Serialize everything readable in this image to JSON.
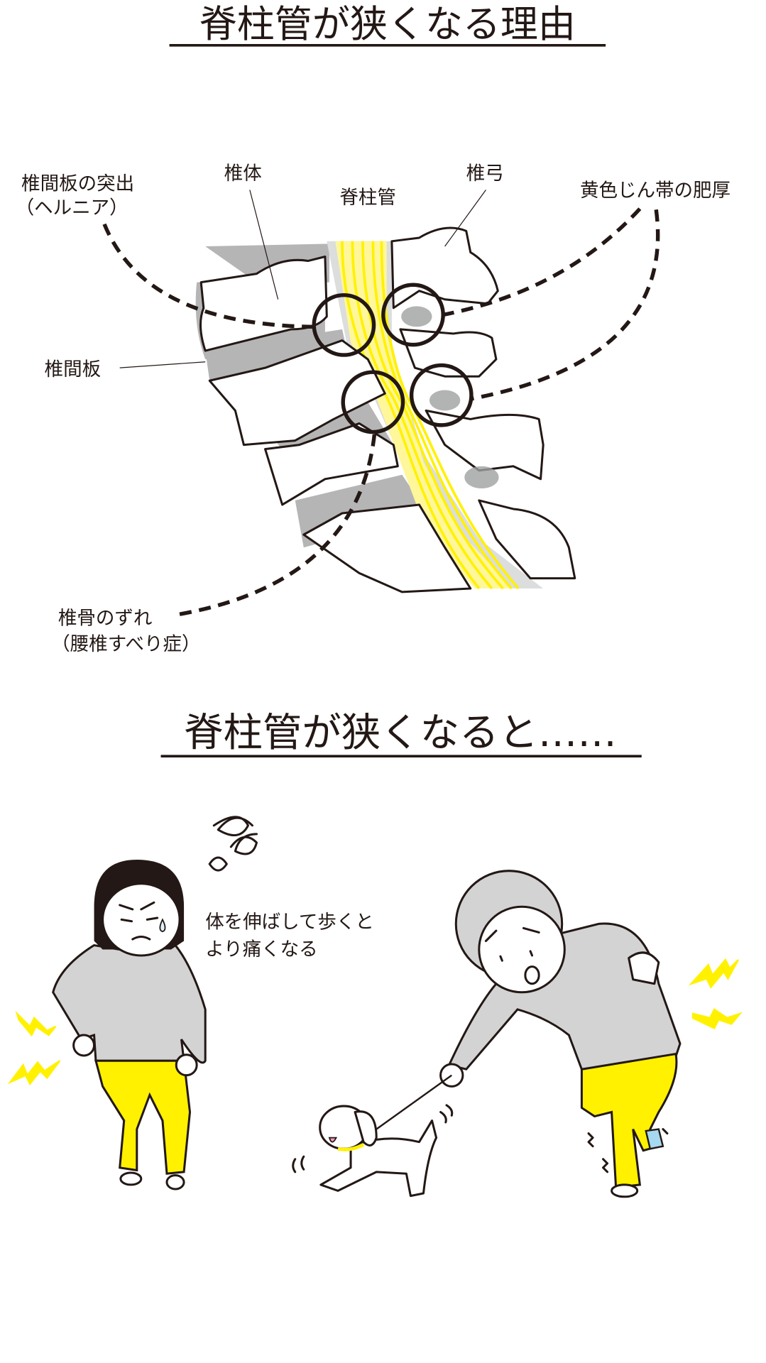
{
  "section1": {
    "title": "脊柱管が狭くなる理由",
    "labels": {
      "herniation_line1": "椎間板の突出",
      "herniation_line2": "（ヘルニア）",
      "vertebral_body": "椎体",
      "spinal_canal": "脊柱管",
      "vertebral_arch": "椎弓",
      "ligament": "黄色じん帯の肥厚",
      "disc": "椎間板",
      "slip_line1": "椎骨のずれ",
      "slip_line2": "（腰椎すべり症）"
    }
  },
  "section2": {
    "title": "脊柱管が狭くなると……",
    "caption_line1": "体を伸ばして歩くと",
    "caption_line2": "より痛くなる"
  },
  "colors": {
    "nerve_yellow": "#fff100",
    "canal_pale": "#fff799",
    "disc_gray": "#b5b5b6",
    "cloth_gray": "#d3d3d4",
    "ink": "#231815"
  }
}
